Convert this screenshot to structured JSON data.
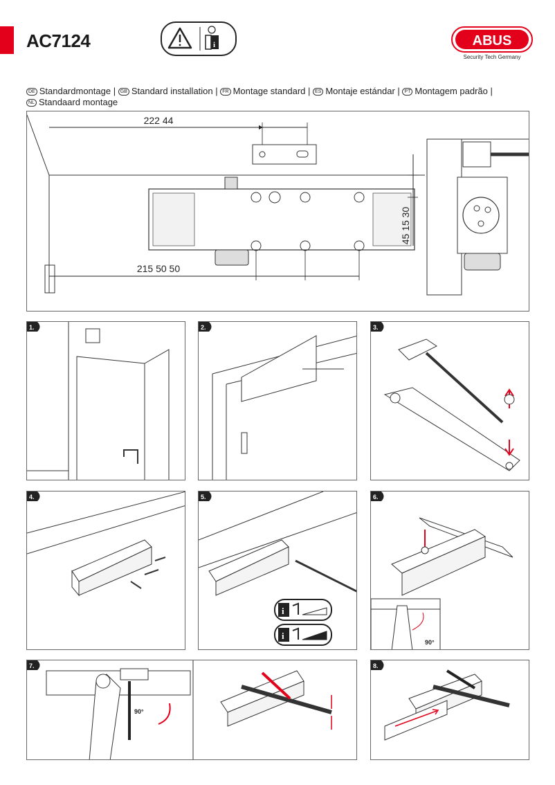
{
  "header": {
    "model": "AC7124",
    "brand": "ABUS",
    "tagline": "Security Tech Germany",
    "accent_color": "#e2001a"
  },
  "installation_heading": {
    "line1": [
      {
        "code": "DE",
        "text": "Standardmontage"
      },
      {
        "code": "GB",
        "text": "Standard installation"
      },
      {
        "code": "FR",
        "text": "Montage standard"
      },
      {
        "code": "ES",
        "text": "Montaje estándar"
      },
      {
        "code": "PT",
        "text": "Montagem padrão"
      }
    ],
    "line2": [
      {
        "code": "NL",
        "text": "Standaard montage"
      }
    ]
  },
  "template_dimensions": {
    "top": "222 44",
    "bottom": "215 50 50",
    "side": "45 15 30"
  },
  "icons": [
    "warning-icon",
    "read-manual-icon",
    "info-icon",
    "adjust-tool-icon"
  ],
  "steps": [
    {
      "label": "1."
    },
    {
      "label": "2."
    },
    {
      "label": "3."
    },
    {
      "label": "4."
    },
    {
      "label": "5."
    },
    {
      "label": "6.",
      "angle": "90°"
    },
    {
      "label": "7.",
      "angle": "90°"
    },
    {
      "label": "8."
    }
  ]
}
